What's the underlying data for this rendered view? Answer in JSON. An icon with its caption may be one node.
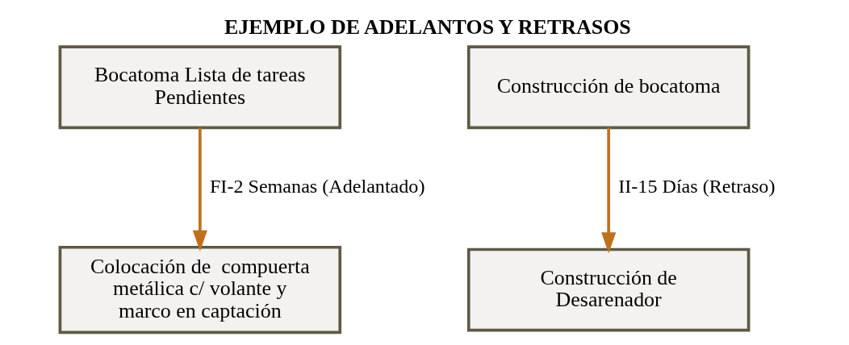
{
  "diagram": {
    "title": "EJEMPLO DE ADELANTOS Y RETRASOS",
    "nodes": [
      {
        "text": [
          "Bocatoma Lista de tareas Pendientes"
        ]
      },
      {
        "text": [
          "Construcción de bocatoma"
        ]
      },
      {
        "text": [
          "Colocación de  compuerta metálica c/ volante y marco en captación"
        ]
      },
      {
        "text": [
          "Construcción de Desarenador"
        ]
      }
    ],
    "edges": [
      {
        "from": 0,
        "to": 2,
        "arrow": "to",
        "label": "FI-2 Semanas (Adelantado)"
      },
      {
        "from": 1,
        "to": 3,
        "arrow": "to",
        "label": "II-15 Días (Retraso)"
      }
    ]
  }
}
